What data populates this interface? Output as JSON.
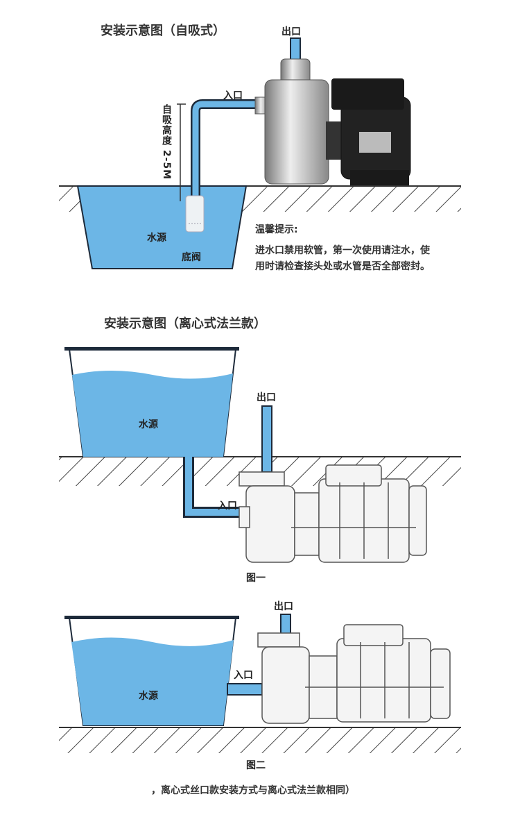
{
  "section1": {
    "title": "安装示意图（自吸式）",
    "outlet": "出口",
    "inlet": "入口",
    "suction_height": "自吸高度 2-5M",
    "water_source": "水源",
    "foot_valve": "底阀",
    "tip_title": "温馨提示:",
    "tip_line1": "进水口禁用软管，第一次使用请注水，使",
    "tip_line2": "用时请检查接头处或水管是否全部密封。"
  },
  "section2": {
    "title": "安装示意图（离心式法兰款）",
    "outlet": "出口",
    "inlet": "入口",
    "water_source": "水源",
    "caption": "图一"
  },
  "section3": {
    "outlet": "出口",
    "inlet": "入口",
    "water_source": "水源",
    "caption": "图二"
  },
  "footer_note": "，离心式丝口款安装方式与离心式法兰款相同）",
  "colors": {
    "water": "#6cb6e6",
    "pipe_outline": "#1d2a3a",
    "ground": "#333333"
  }
}
